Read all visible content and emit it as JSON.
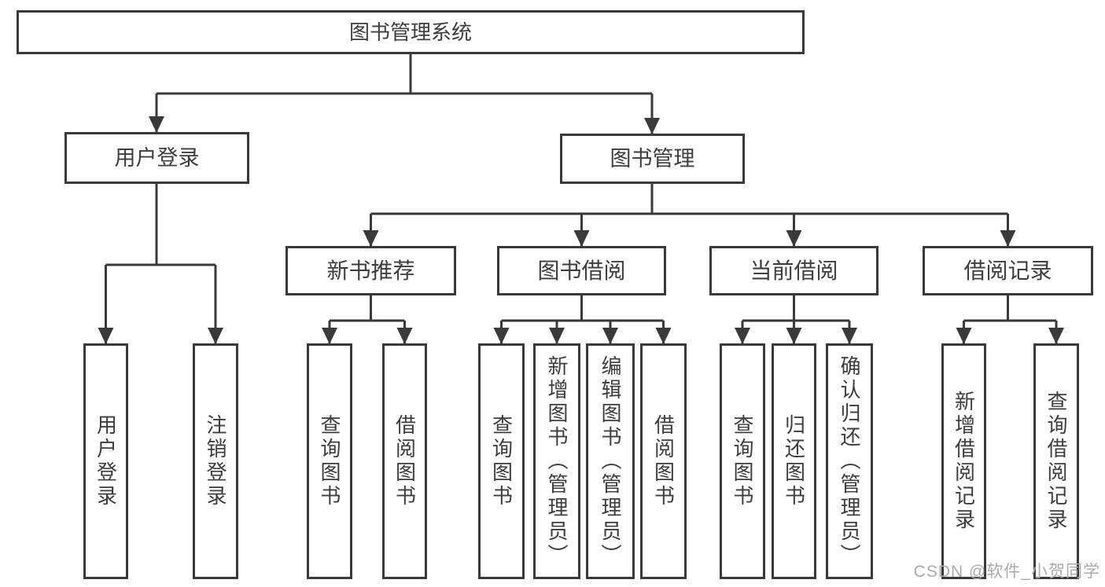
{
  "tree": {
    "root": {
      "label": "图书管理系统"
    },
    "level1": [
      {
        "label": "用户登录"
      },
      {
        "label": "图书管理"
      }
    ],
    "level2": [
      {
        "label": "新书推荐"
      },
      {
        "label": "图书借阅"
      },
      {
        "label": "当前借阅"
      },
      {
        "label": "借阅记录"
      }
    ],
    "leaves": [
      {
        "label": "用户登录"
      },
      {
        "label": "注销登录"
      },
      {
        "label": "查询图书"
      },
      {
        "label": "借阅图书"
      },
      {
        "label": "查询图书"
      },
      {
        "label": "新增图书（管理员）"
      },
      {
        "label": "编辑图书（管理员）"
      },
      {
        "label": "借阅图书"
      },
      {
        "label": "查询图书"
      },
      {
        "label": "归还图书"
      },
      {
        "label": "确认归还（管理员）"
      },
      {
        "label": "新增借阅记录"
      },
      {
        "label": "查询借阅记录"
      }
    ]
  },
  "watermark": {
    "text": "CSDN @软件_小贺同学"
  },
  "colors": {
    "line": "#3a3a3a",
    "text": "#3d3d3d",
    "watermark": "#ababab",
    "background": "#ffffff"
  }
}
